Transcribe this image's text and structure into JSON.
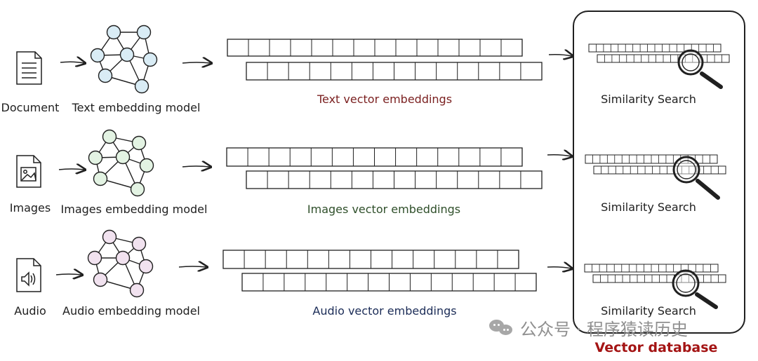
{
  "rows": [
    {
      "input_label": "Document",
      "model_label": "Text embedding model",
      "embedding_label": "Text vector embeddings",
      "search_label": "Similarity Search",
      "input_icon": "document-icon",
      "model_icon": "network-graph-icon",
      "node_fill": "#d9ecf5",
      "embedding_color": "#7a1f1f"
    },
    {
      "input_label": "Images",
      "model_label": "Images embedding model",
      "embedding_label": "Images vector embeddings",
      "search_label": "Similarity Search",
      "input_icon": "image-file-icon",
      "model_icon": "network-graph-icon",
      "node_fill": "#e3f3e3",
      "embedding_color": "#2f4f2a"
    },
    {
      "input_label": "Audio",
      "model_label": "Audio embedding model",
      "embedding_label": "Audio vector embeddings",
      "search_label": "Similarity Search",
      "input_icon": "audio-file-icon",
      "model_icon": "network-graph-icon",
      "node_fill": "#f1e2ef",
      "embedding_color": "#1b2c57"
    }
  ],
  "vector_database_label": "Vector database",
  "watermark_text": "公众号 · 程序猿读历史",
  "colors": {
    "stroke": "#202020",
    "vector_database": "#a41414",
    "watermark": "#8f8f8f"
  }
}
